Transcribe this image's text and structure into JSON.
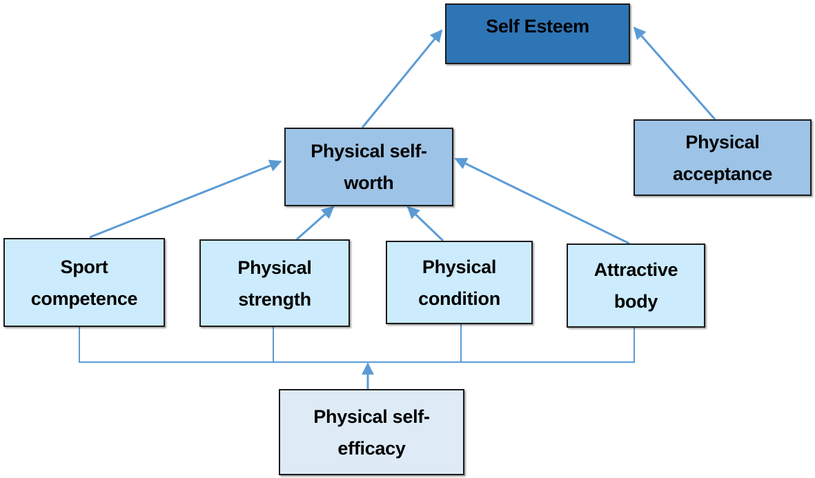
{
  "diagram": {
    "type": "hierarchical-model",
    "colors": {
      "edge": "#5B9BD5",
      "top": "#2E75B6",
      "mid": "#9DC3E6",
      "sub": "#CCEBFC",
      "base": "#DEEBF7",
      "border": "#1a1a1a"
    },
    "nodes": {
      "self_esteem": "Self Esteem",
      "physical_self_worth": "Physical self-\nworth",
      "physical_acceptance": "Physical\nacceptance",
      "sport_competence": "Sport\ncompetence",
      "physical_strength": "Physical\nstrength",
      "physical_condition": "Physical\ncondition",
      "attractive_body": "Attractive\nbody",
      "physical_self_efficacy": "Physical self-\nefficacy"
    },
    "edges": [
      {
        "from": "physical_self_worth",
        "to": "self_esteem"
      },
      {
        "from": "physical_acceptance",
        "to": "self_esteem"
      },
      {
        "from": "sport_competence",
        "to": "physical_self_worth"
      },
      {
        "from": "physical_strength",
        "to": "physical_self_worth"
      },
      {
        "from": "physical_condition",
        "to": "physical_self_worth"
      },
      {
        "from": "attractive_body",
        "to": "physical_self_worth"
      },
      {
        "from": "physical_self_efficacy",
        "to": [
          "sport_competence",
          "physical_strength",
          "physical_condition",
          "attractive_body"
        ]
      }
    ]
  }
}
